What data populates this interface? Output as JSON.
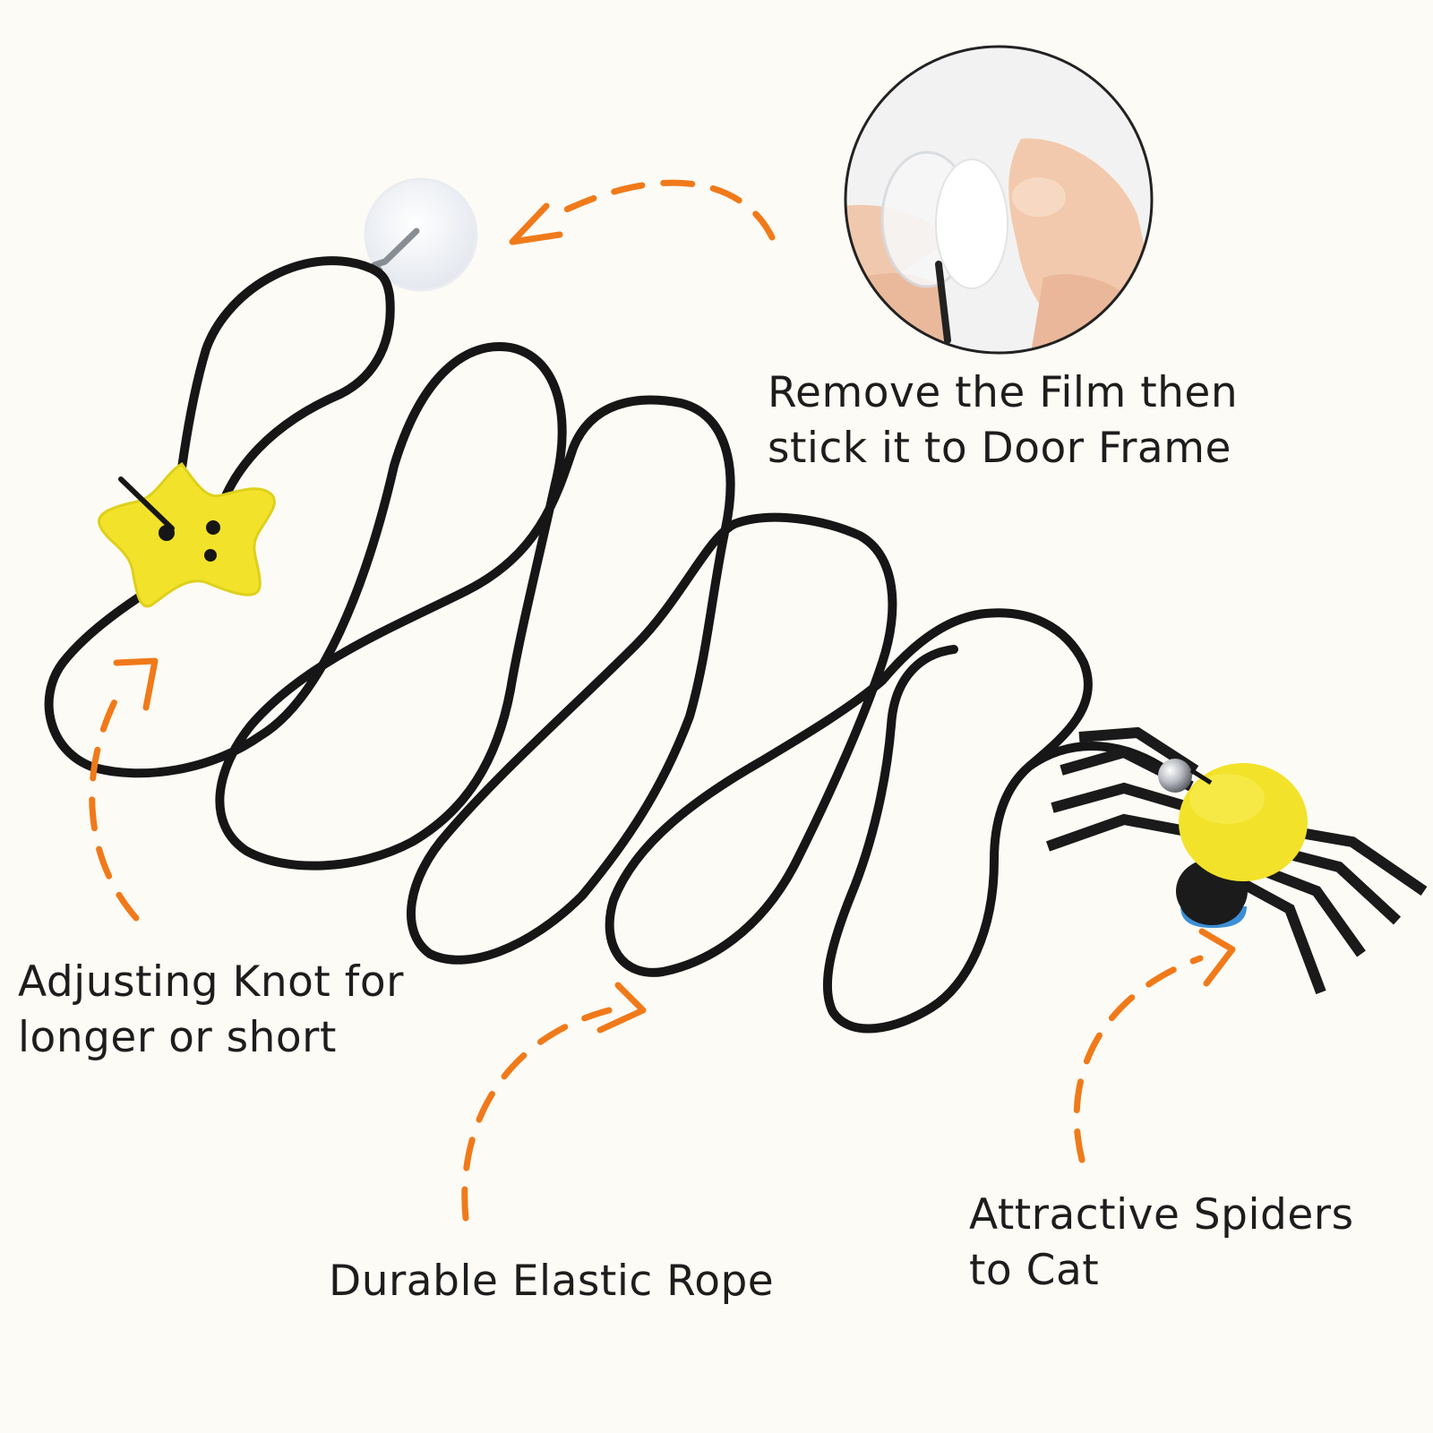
{
  "captions": {
    "film": {
      "line1": "Remove the Film then",
      "line2": "stick it to Door Frame"
    },
    "knot": {
      "line1": "Adjusting Knot for",
      "line2": "longer or short"
    },
    "rope": {
      "line1": "Durable Elastic Rope"
    },
    "spider": {
      "line1": "Attractive Spiders",
      "line2": "to Cat"
    }
  },
  "colors": {
    "background": "#fdfbf5",
    "rope": "#161616",
    "accent_arrow": "#f07a1a",
    "felt_yellow": "#f2e22a",
    "text": "#1d1d1d"
  },
  "icons": [
    "suction-cup-icon",
    "star-knot-icon",
    "spider-toy-icon",
    "photo-inset-icon"
  ]
}
